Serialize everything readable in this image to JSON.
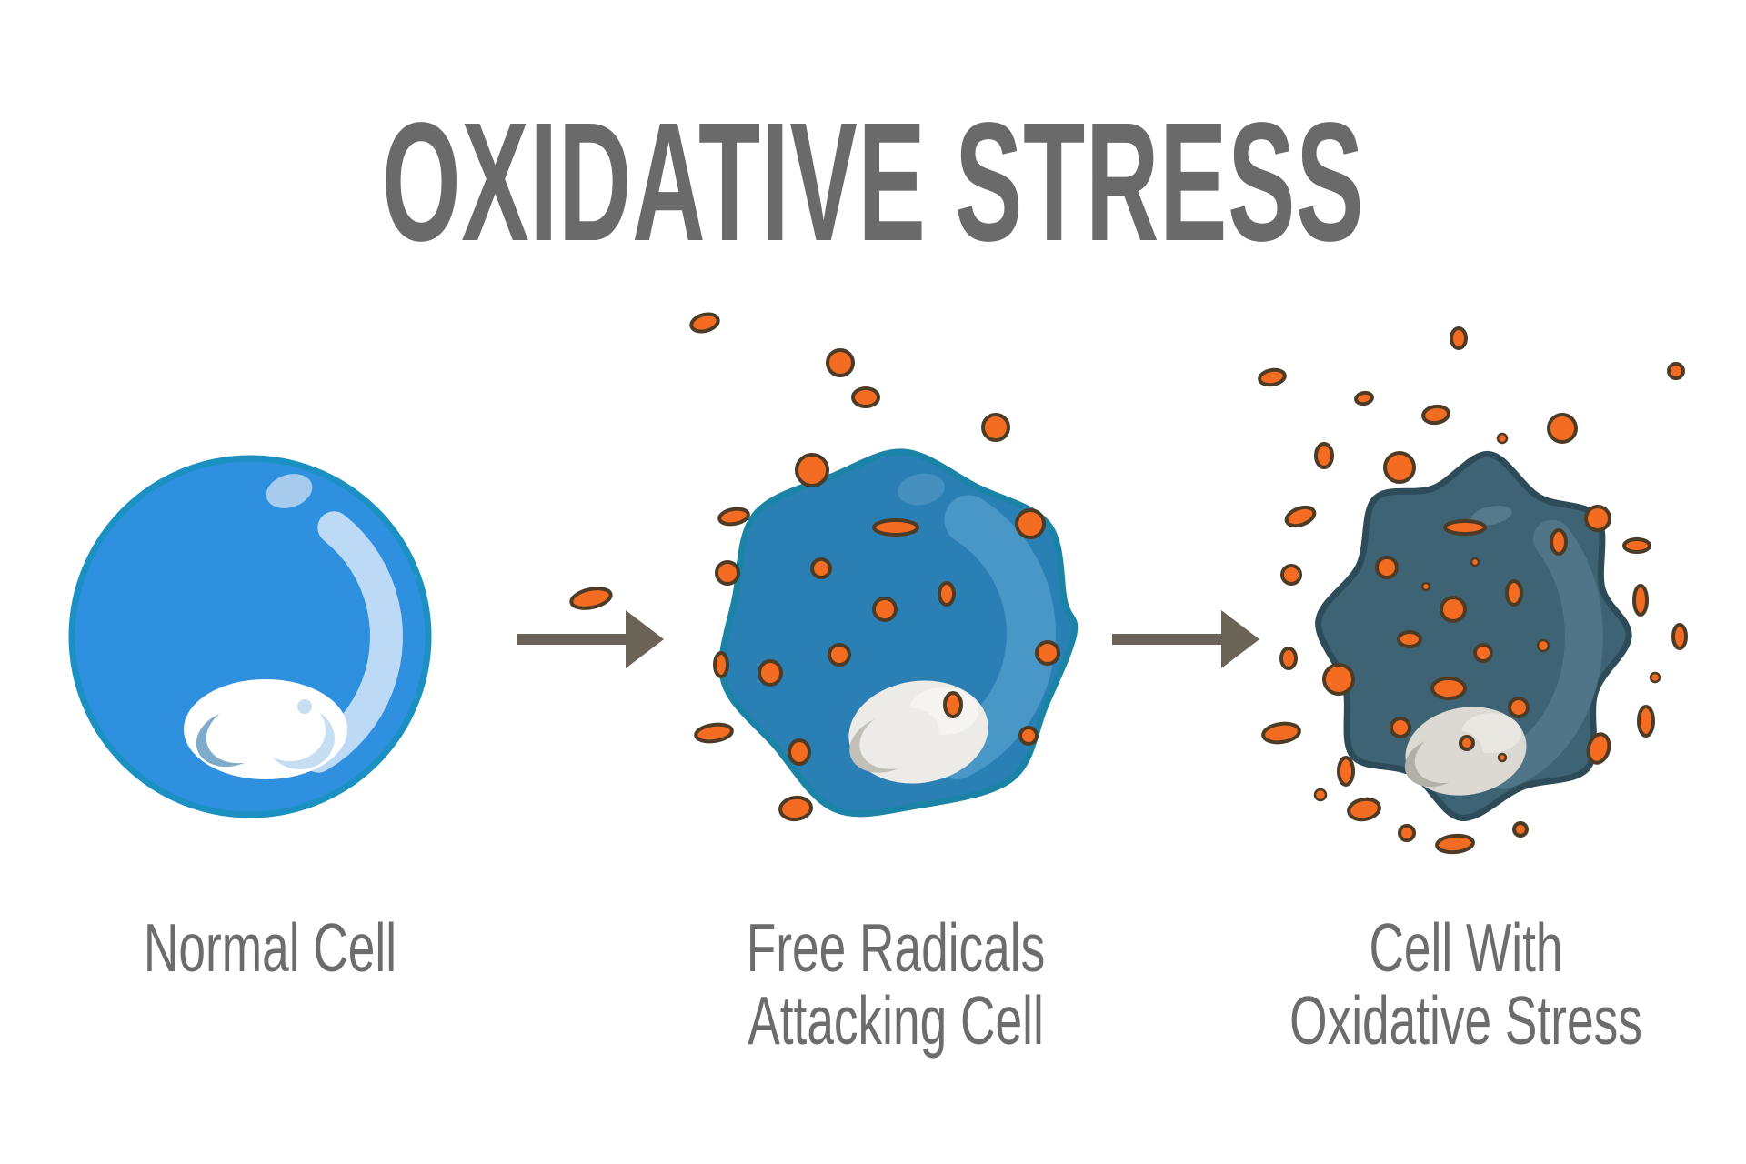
{
  "title": "OXIDATIVE STRESS",
  "stages": [
    {
      "name": "normal-cell",
      "label_lines": [
        "Normal Cell"
      ]
    },
    {
      "name": "free-radicals-attacking-cell",
      "label_lines": [
        "Free Radicals",
        "Attacking Cell"
      ]
    },
    {
      "name": "cell-with-oxidative-stress",
      "label_lines": [
        "Cell With",
        "Oxidative Stress"
      ]
    }
  ],
  "arrow_icon": "right-arrow",
  "colors": {
    "background": "#ffffff",
    "title_text": "#6a6a6a",
    "label_text": "#6c6c6c",
    "arrow": "#6b6355",
    "radical_fill": "#f36c21",
    "radical_stroke": "#4d3b26",
    "normal_cell": {
      "fill": "#2e90de",
      "stroke": "#1b90c2",
      "highlight": "#bcdaf5",
      "glint": "#a6cbec",
      "nucleus": "#ffffff",
      "nucleus_shadow": "#7fabca",
      "nucleus_tint": "#c5def2"
    },
    "attacked_cell": {
      "fill": "#2a80b5",
      "stroke": "#1b84a6",
      "highlight": "#4997c7",
      "glint": "#4690bf",
      "nucleus": "#edebe7",
      "nucleus_shadow": "#c2bfb9"
    },
    "stressed_cell": {
      "fill": "#3d6374",
      "stroke": "#2d4b58",
      "highlight": "#507588",
      "glint": "#547a8b",
      "nucleus": "#dcd9d3",
      "nucleus_shadow": "#b2afa9"
    }
  }
}
